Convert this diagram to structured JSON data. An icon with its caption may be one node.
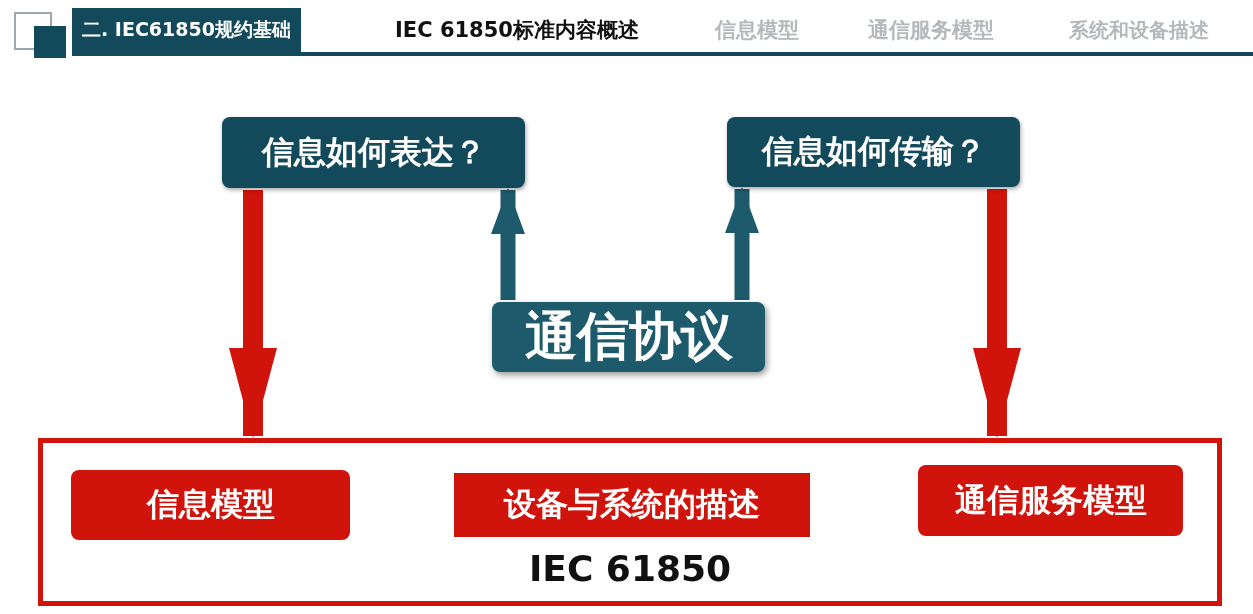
{
  "diagram": {
    "nodes": [
      {
        "text": [
          "信息如何表达？"
        ]
      },
      {
        "text": [
          "信息如何传输？"
        ]
      },
      {
        "text": [
          "通信协议"
        ]
      },
      {
        "text": [
          "IEC 61850"
        ]
      },
      {
        "text": [
          "信息模型"
        ],
        "in": 3
      },
      {
        "text": [
          "设备与系统的描述"
        ],
        "in": 3
      },
      {
        "text": [
          "通信服务模型"
        ],
        "in": 3
      }
    ],
    "edges": [
      {
        "from": 0,
        "to": 3,
        "arrow": "to",
        "color": "#d0140c"
      },
      {
        "from": 1,
        "to": 3,
        "arrow": "to",
        "color": "#d0140c"
      },
      {
        "from": 2,
        "to": 0,
        "arrow": "to",
        "color": "#1d5a6b"
      },
      {
        "from": 2,
        "to": 1,
        "arrow": "to",
        "color": "#1d5a6b"
      }
    ],
    "labels": [
      "二. IEC61850规约基础",
      "IEC 61850标准内容概述",
      "信息模型",
      "通信服务模型",
      "系统和设备描述"
    ]
  }
}
